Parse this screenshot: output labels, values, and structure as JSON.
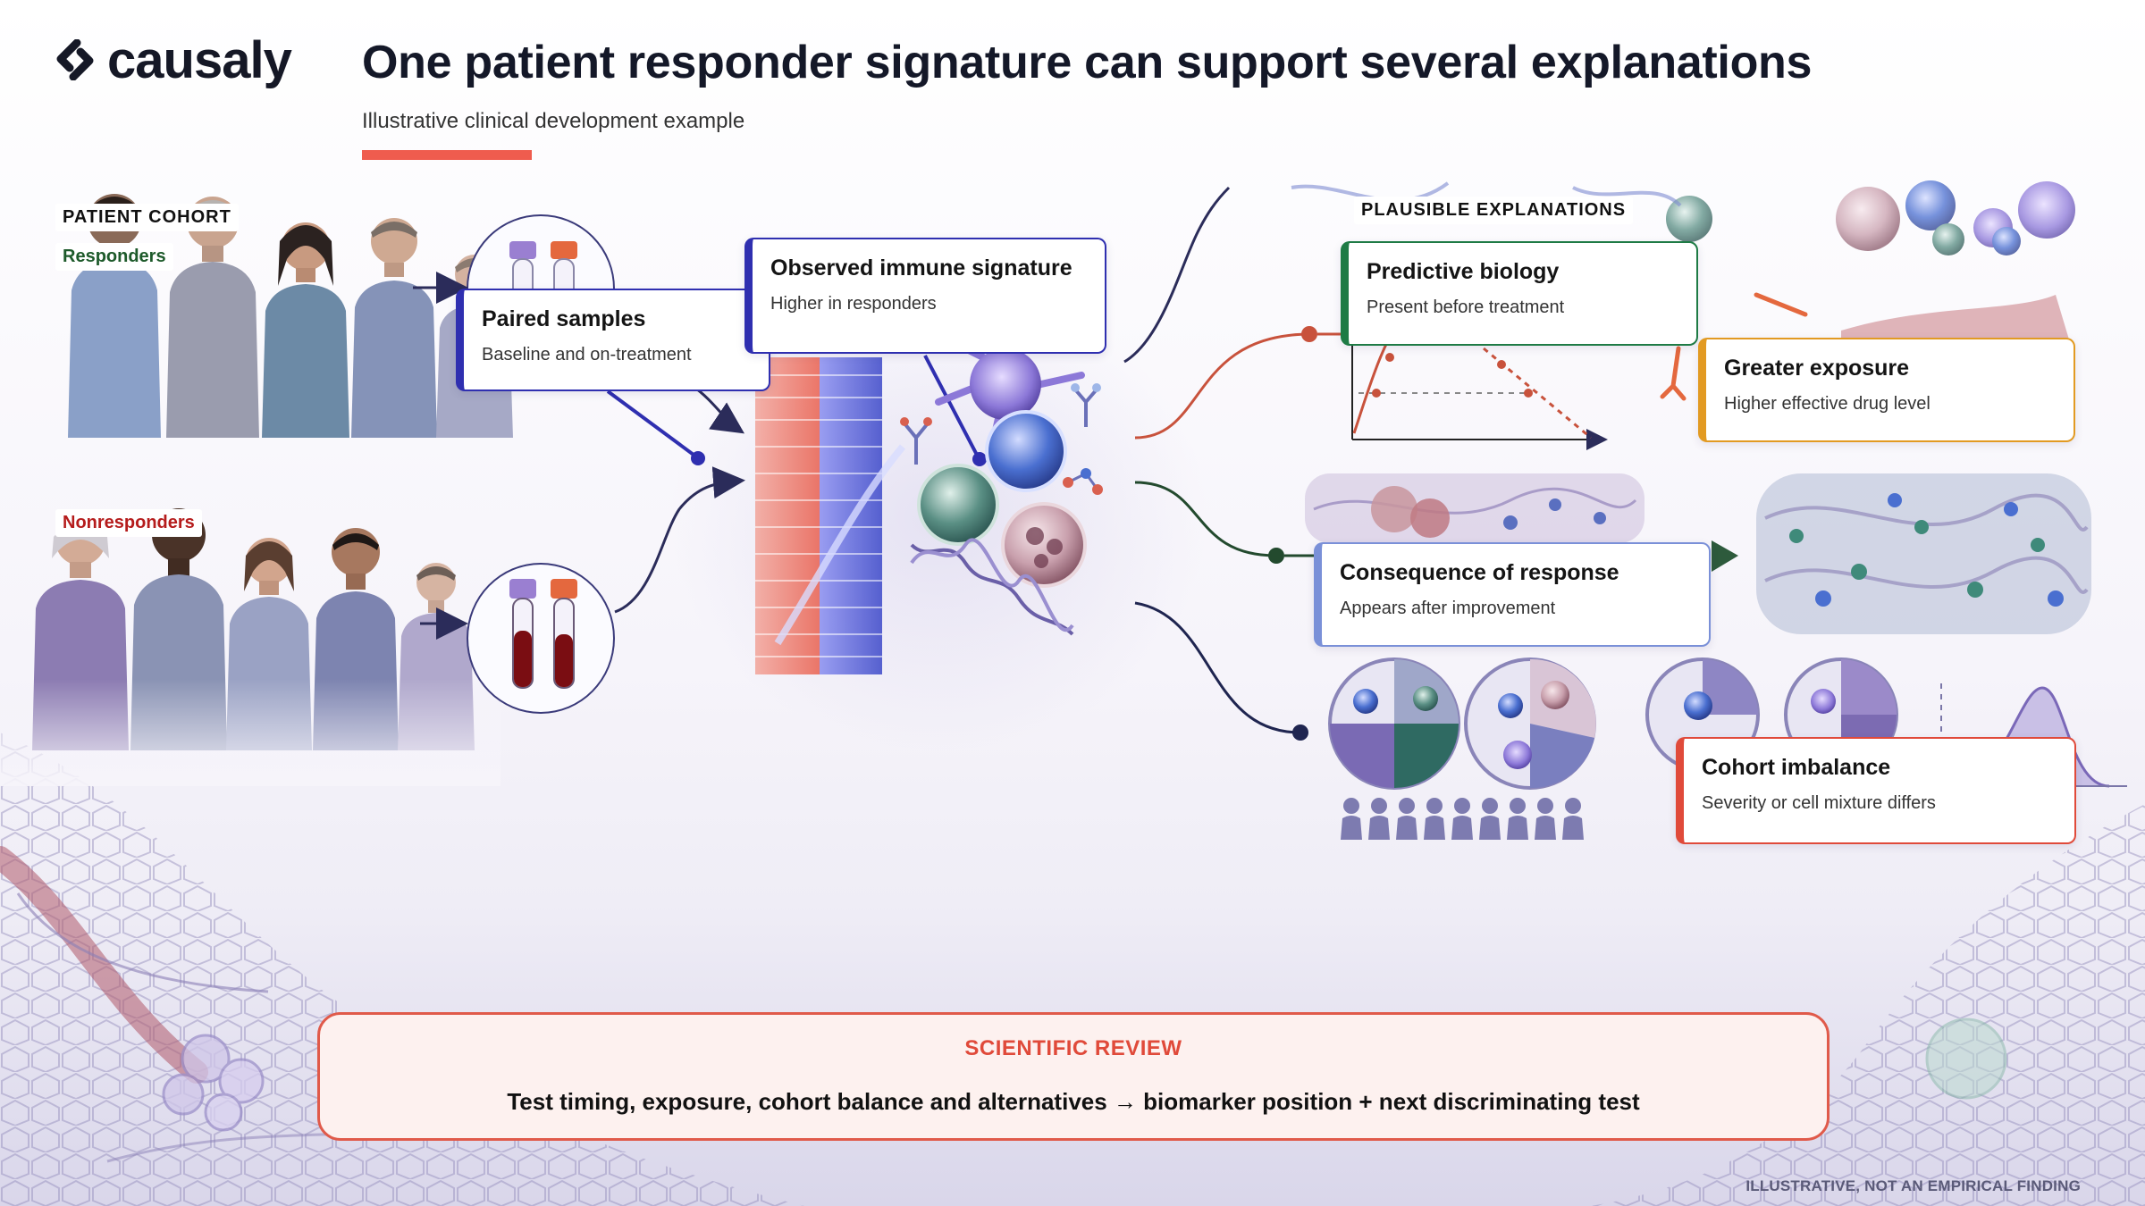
{
  "header": {
    "logo_text": "causaly",
    "title": "One patient responder signature can support several explanations",
    "subtitle": "Illustrative clinical development example"
  },
  "cohort": {
    "heading": "PATIENT COHORT",
    "responders_label": "Responders",
    "nonresponders_label": "Nonresponders"
  },
  "paired_samples": {
    "title": "Paired samples",
    "subtitle": "Baseline and on-treatment"
  },
  "observed_signature": {
    "title": "Observed immune signature",
    "subtitle": "Higher in responders"
  },
  "explanations": {
    "heading": "PLAUSIBLE EXPLANATIONS",
    "items": [
      {
        "title": "Predictive biology",
        "subtitle": "Present before treatment"
      },
      {
        "title": "Greater exposure",
        "subtitle": "Higher effective drug level"
      },
      {
        "title": "Consequence of response",
        "subtitle": "Appears after improvement"
      },
      {
        "title": "Cohort imbalance",
        "subtitle": "Severity or cell mixture differs"
      }
    ]
  },
  "review": {
    "heading": "SCIENTIFIC REVIEW",
    "text": "Test timing, exposure, cohort balance and alternatives → biomarker position + next discriminating test"
  },
  "footer_note": "ILLUSTRATIVE, NOT AN EMPIRICAL FINDING",
  "colors": {
    "accent": "#ef5c4e",
    "navy": "#2f2fb0",
    "green": "#1e7b45",
    "orange": "#e29a22",
    "blue": "#7a90d8",
    "red": "#e04a3a"
  },
  "icons": [
    "causaly-logo-icon",
    "blood-tube-icon",
    "immune-cell-icon",
    "antibody-icon",
    "dna-helix-icon",
    "heatmap-icon",
    "line-chart-icon",
    "tissue-icon",
    "pie-chart-icon",
    "person-icon"
  ]
}
